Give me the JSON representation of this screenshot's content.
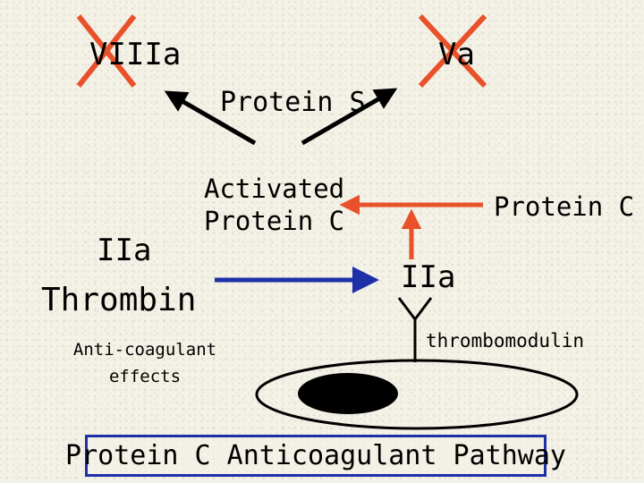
{
  "labels": {
    "viiia": "VIIIa",
    "va": "Va",
    "protein_s": "Protein S",
    "activated_protein_c_line1": "Activated",
    "activated_protein_c_line2": "Protein C",
    "protein_c": "Protein C",
    "iia_left": "IIa",
    "thrombin": "Thrombin",
    "iia_right": "IIa",
    "anti_coagulant_line1": "Anti-coagulant",
    "anti_coagulant_line2": "effects",
    "thrombomodulin": "thrombomodulin"
  },
  "title": "Protein C Anticoagulant Pathway",
  "colors": {
    "cross": "#e8512a",
    "red_arrow": "#e8512a",
    "blue_arrow": "#1e2fa8",
    "black_arrow": "#000000",
    "title_border": "#1e2fa8"
  }
}
